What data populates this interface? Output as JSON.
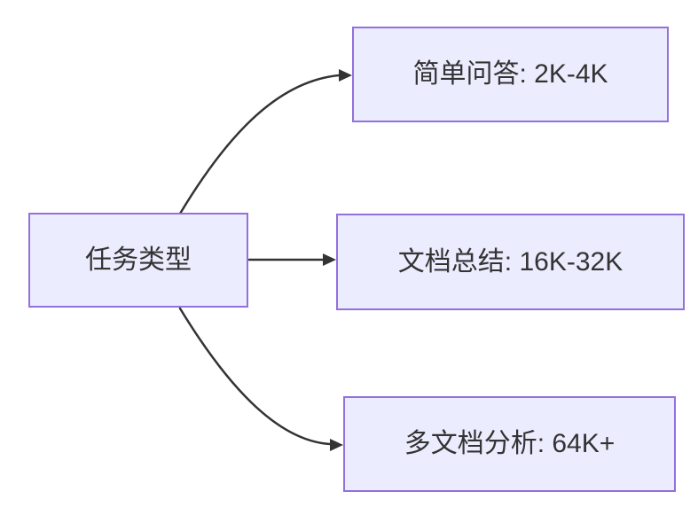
{
  "diagram": {
    "type": "flowchart-left-to-right",
    "root": {
      "label": "任务类型"
    },
    "branches": [
      {
        "label": "简单问答: 2K-4K"
      },
      {
        "label": "文档总结: 16K-32K"
      },
      {
        "label": "多文档分析: 64K+"
      }
    ],
    "edges": [
      {
        "from": "任务类型",
        "to": "简单问答: 2K-4K"
      },
      {
        "from": "任务类型",
        "to": "文档总结: 16K-32K"
      },
      {
        "from": "任务类型",
        "to": "多文档分析: 64K+"
      }
    ],
    "colors": {
      "node_fill": "#ECECFF",
      "node_border": "#9370DB",
      "edge": "#333333",
      "text": "#333333",
      "background": "#FFFFFF"
    }
  }
}
